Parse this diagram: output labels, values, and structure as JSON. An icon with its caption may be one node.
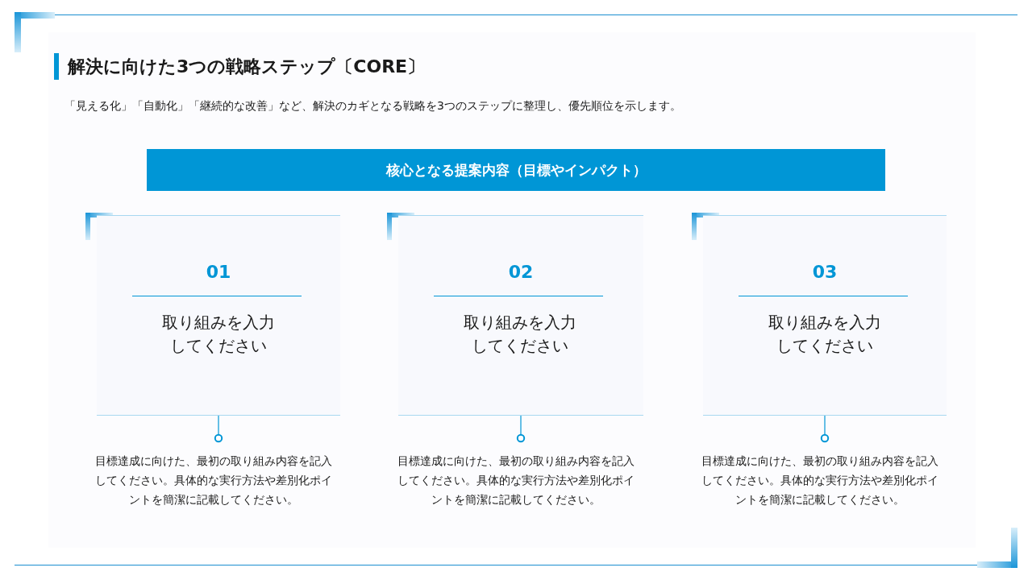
{
  "diagram": {
    "title": "解決に向けた3つの戦略ステップ〔CORE〕",
    "nodes": [
      {
        "text": [
          "核心となる提案内容（目標やインパクト）"
        ]
      },
      {
        "text": [
          "01",
          "取り組みを入力してください"
        ]
      },
      {
        "text": [
          "02",
          "取り組みを入力してください"
        ]
      },
      {
        "text": [
          "03",
          "取り組みを入力してください"
        ]
      },
      {
        "text": [
          "目標達成に向けた、最初の取り組み内容を記入してください。具体的な実行方法や差別化ポイントを簡潔に記載してください。"
        ]
      },
      {
        "text": [
          "目標達成に向けた、最初の取り組み内容を記入してください。具体的な実行方法や差別化ポイントを簡潔に記載してください。"
        ]
      },
      {
        "text": [
          "目標達成に向けた、最初の取り組み内容を記入してください。具体的な実行方法や差別化ポイントを簡潔に記載してください。"
        ]
      }
    ],
    "edges": [
      {
        "from": 1,
        "to": 4,
        "arrow": "other"
      },
      {
        "from": 2,
        "to": 5,
        "arrow": "other"
      },
      {
        "from": 3,
        "to": 6,
        "arrow": "other"
      }
    ],
    "labels": [
      "「見える化」「自動化」「継続的な改善」など、解決のカギとなる戦略を3つのステップに整理し、優先順位を示します。"
    ]
  }
}
